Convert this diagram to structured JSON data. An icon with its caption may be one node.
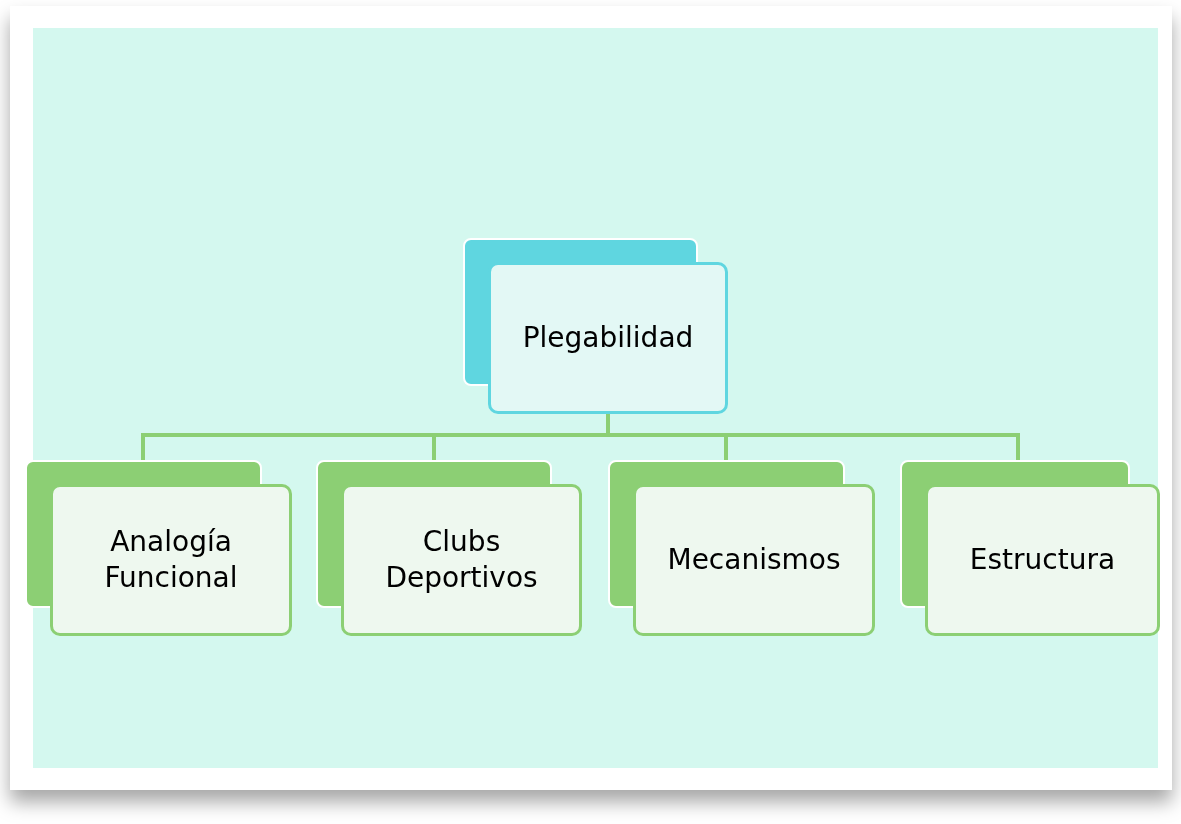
{
  "diagram": {
    "nodes": [
      {
        "text": [
          "Plegabilidad"
        ]
      },
      {
        "text": [
          "Analogía Funcional"
        ]
      },
      {
        "text": [
          "Clubs Deportivos"
        ]
      },
      {
        "text": [
          "Mecanismos"
        ]
      },
      {
        "text": [
          "Estructura"
        ]
      }
    ],
    "edges": [
      {
        "from": 0,
        "to": 1,
        "arrow": "none"
      },
      {
        "from": 0,
        "to": 2,
        "arrow": "none"
      },
      {
        "from": 0,
        "to": 3,
        "arrow": "none"
      },
      {
        "from": 0,
        "to": 4,
        "arrow": "none"
      }
    ]
  }
}
